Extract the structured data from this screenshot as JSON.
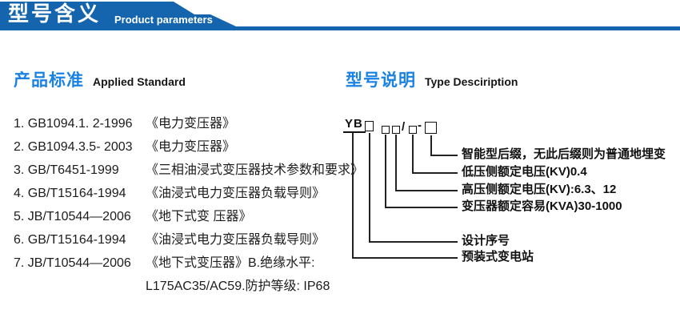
{
  "header": {
    "title_cn": "型号含义",
    "title_en": "Product parameters"
  },
  "colors": {
    "banner_blue": "#1465ae",
    "heading_blue": "#1a82e2",
    "text_dark": "#1c1c1c"
  },
  "applied_standard": {
    "heading_cn": "产品标准",
    "heading_en": "Applied Standard",
    "items": [
      {
        "code": "1. GB1094.1. 2-1996",
        "title": "《电力变压器》"
      },
      {
        "code": "2. GB1094.3.5- 2003",
        "title": "《电力变压器》"
      },
      {
        "code": "3. GB/T6451-1999",
        "title": "《三相油浸式变压器技术参数和要求》"
      },
      {
        "code": "4. GB/T15164-1994",
        "title": "《油浸式电力变压器负载导则》"
      },
      {
        "code": "5. JB/T10544—2006",
        "title": "《地下式变 压器》"
      },
      {
        "code": "6. GB/T15164-1994",
        "title": "《油浸式电力变压器负载导则》"
      },
      {
        "code": "7. JB/T10544—2006",
        "title": "《地下式变压器》B.绝缘水平:",
        "title2": "L175AC35/AC59.防护等级: IP68"
      }
    ]
  },
  "type_description": {
    "heading_cn": "型号说明",
    "heading_en": "Type Desciription",
    "model_prefix": "YB",
    "separator_slash": "/",
    "separator_dash": "-",
    "labels": [
      "智能型后缀，无此后缀则为普通地埋变",
      "低压侧额定电压(KV)0.4",
      "高压侧额定电压(KV):6.3、12",
      "变压器额定容易(KVA)30-1000",
      "设计序号",
      "预装式变电站"
    ]
  }
}
